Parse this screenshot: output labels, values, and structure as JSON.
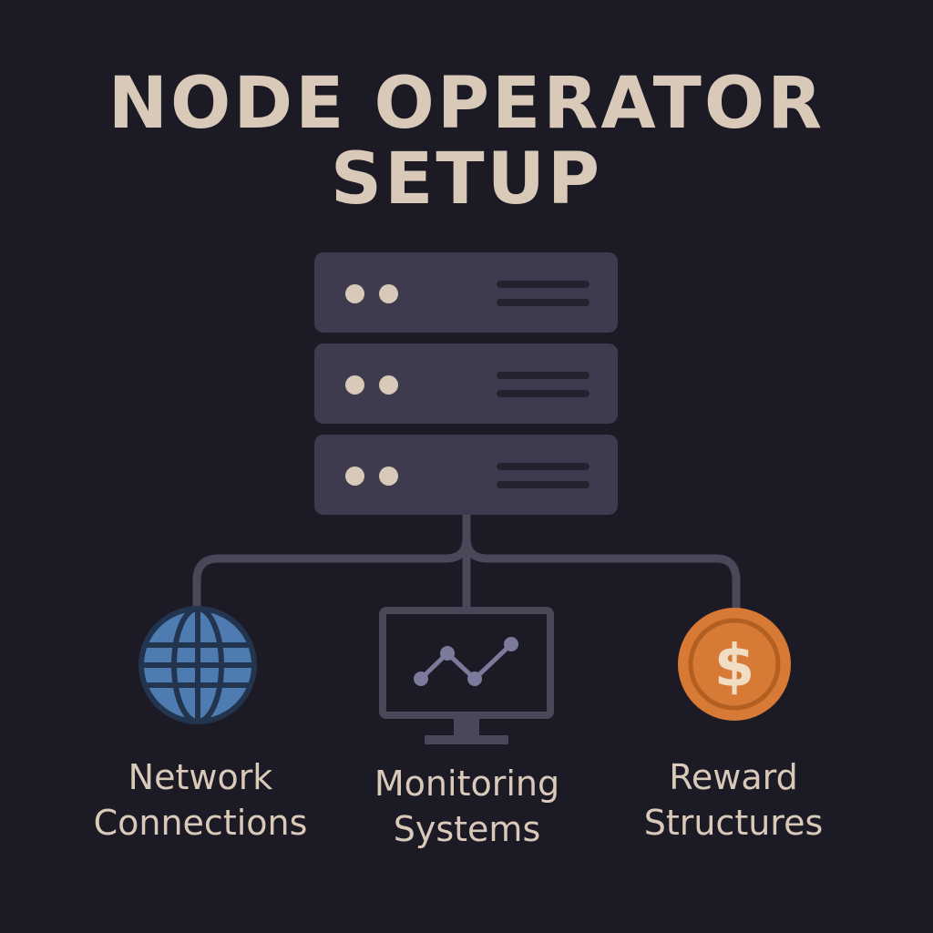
{
  "title": {
    "line1": "NODE OPERATOR",
    "line2": "SETUP"
  },
  "server": {
    "icon": "server-rack-icon",
    "units": 3
  },
  "branches": [
    {
      "icon": "globe-icon",
      "label_line1": "Network",
      "label_line2": "Connections",
      "color": "#4f7cb0"
    },
    {
      "icon": "monitor-chart-icon",
      "label_line1": "Monitoring",
      "label_line2": "Systems",
      "color": "#7c7a9a"
    },
    {
      "icon": "dollar-coin-icon",
      "label_line1": "Reward",
      "label_line2": "Structures",
      "color": "#d67a35"
    }
  ],
  "colors": {
    "background": "#1c1a25",
    "title_text": "#d9c9b8",
    "server_body": "#3e3b4f",
    "connector": "#4a4759"
  }
}
